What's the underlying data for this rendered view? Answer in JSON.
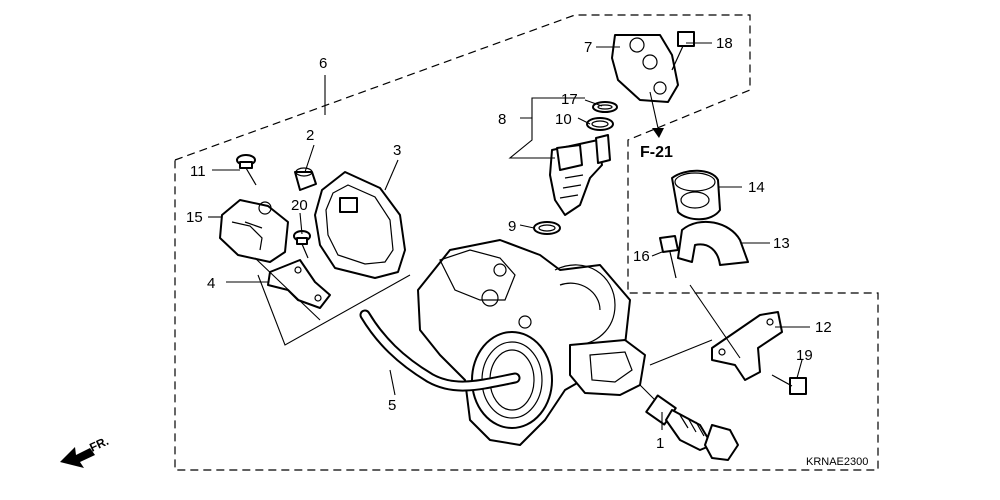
{
  "diagram": {
    "code": "KRNAE2300",
    "ref_label": "F-21",
    "front_label": "FR.",
    "callouts": [
      {
        "id": "c1",
        "text": "1"
      },
      {
        "id": "c2",
        "text": "2"
      },
      {
        "id": "c3",
        "text": "3"
      },
      {
        "id": "c4",
        "text": "4"
      },
      {
        "id": "c5",
        "text": "5"
      },
      {
        "id": "c6",
        "text": "6"
      },
      {
        "id": "c7",
        "text": "7"
      },
      {
        "id": "c8",
        "text": "8"
      },
      {
        "id": "c9",
        "text": "9"
      },
      {
        "id": "c10",
        "text": "10"
      },
      {
        "id": "c11",
        "text": "11"
      },
      {
        "id": "c12",
        "text": "12"
      },
      {
        "id": "c13",
        "text": "13"
      },
      {
        "id": "c14",
        "text": "14"
      },
      {
        "id": "c15",
        "text": "15"
      },
      {
        "id": "c16",
        "text": "16"
      },
      {
        "id": "c17",
        "text": "17"
      },
      {
        "id": "c18",
        "text": "18"
      },
      {
        "id": "c19",
        "text": "19"
      },
      {
        "id": "c20",
        "text": "20"
      }
    ]
  }
}
